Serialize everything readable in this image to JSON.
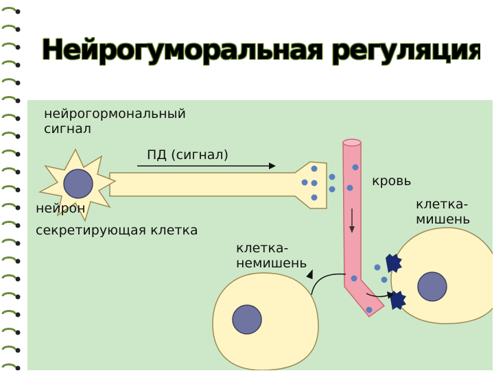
{
  "slide": {
    "title": "Нейрогуморальная регуляция"
  },
  "diagram": {
    "labels": {
      "signal_line1": "нейрогормональный",
      "signal_line2": "сигнал",
      "action_potential": "ПД (сигнал)",
      "neuron": "нейрон",
      "secreting_cell": "секретирующая клетка",
      "blood": "кровь",
      "target_cell_line1": "клетка-",
      "target_cell_line2": "мишень",
      "nontarget_cell_line1": "клетка-",
      "nontarget_cell_line2": "немишень"
    },
    "colors": {
      "background": "#cde8c8",
      "neuron_body": "#fff4c4",
      "nucleus": "#6f74a0",
      "vessel": "#f2a2ae",
      "hormone": "#5a7fbf",
      "receptor": "#1a2a6e",
      "cell": "#fff4c4"
    }
  }
}
